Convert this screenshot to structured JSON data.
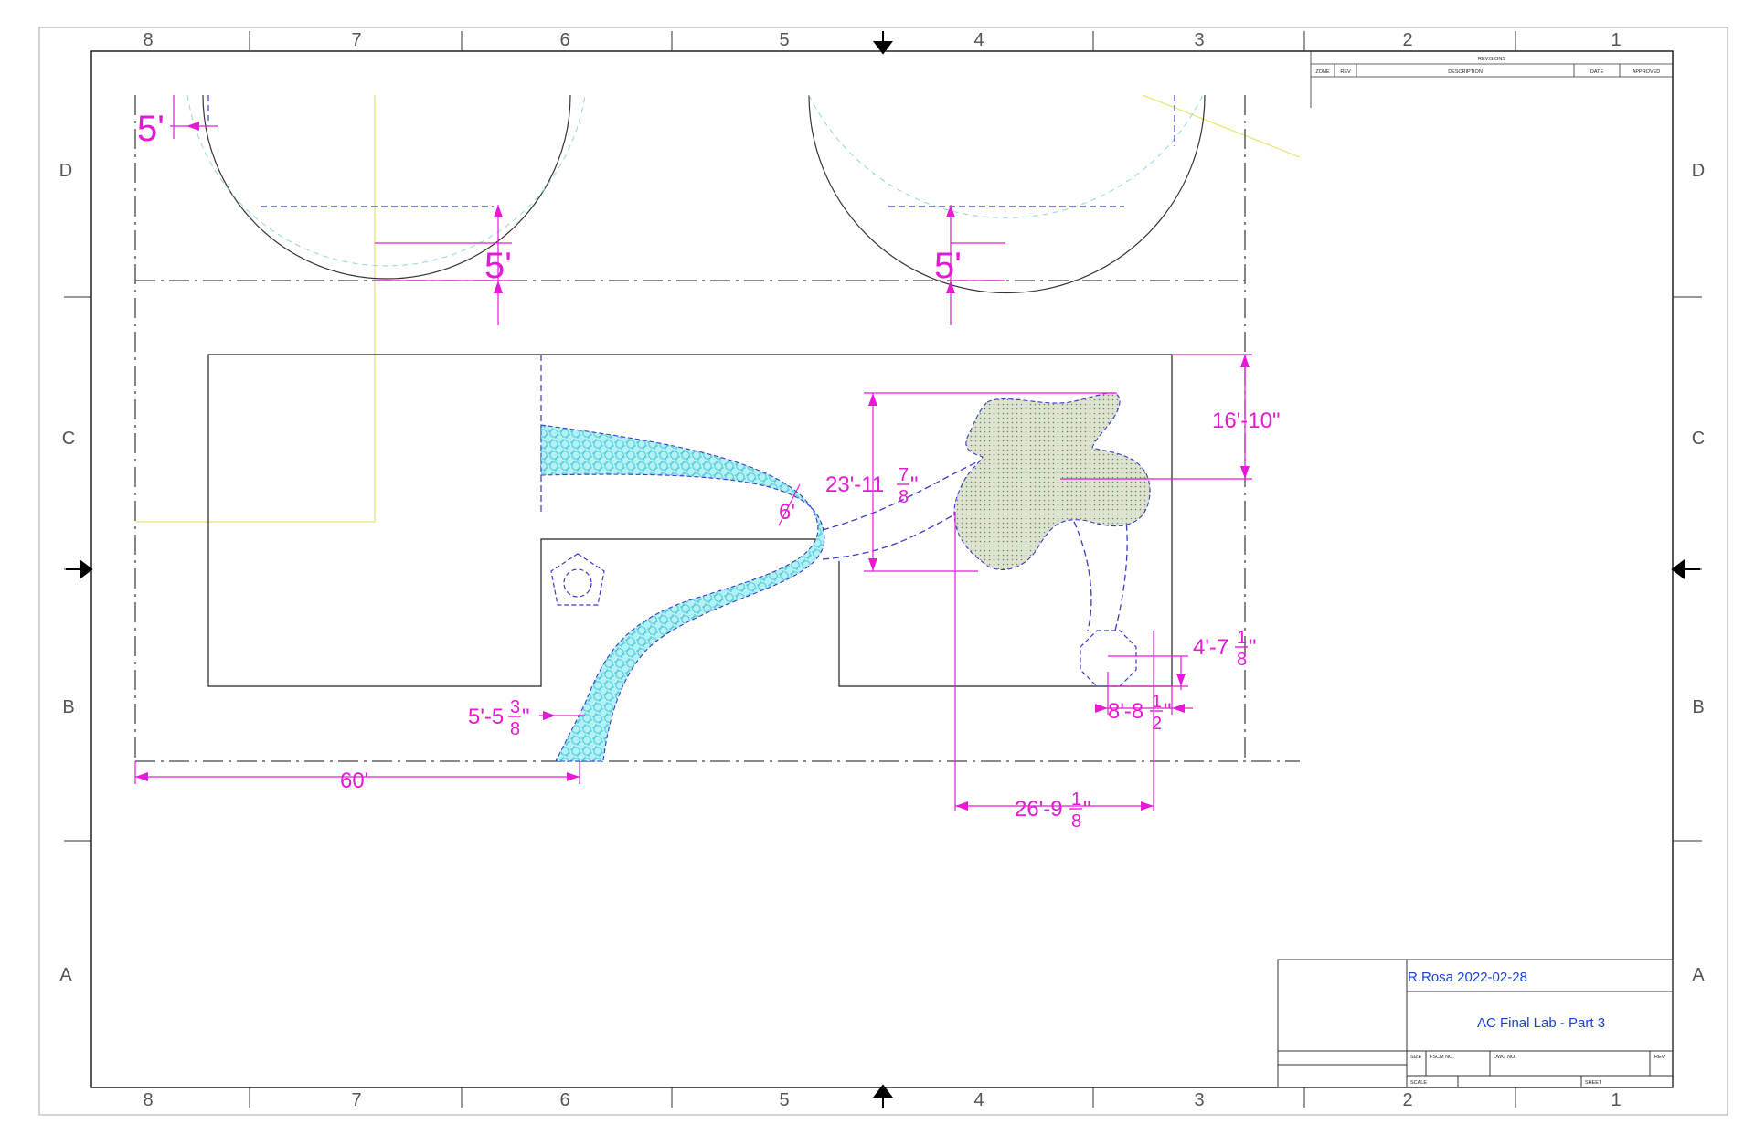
{
  "zones": {
    "columns": [
      "8",
      "7",
      "6",
      "5",
      "4",
      "3",
      "2",
      "1"
    ],
    "rows": [
      "D",
      "C",
      "B",
      "A"
    ]
  },
  "revisions": {
    "title": "REVISIONS",
    "zone": "ZONE",
    "rev": "REV",
    "description": "DESCRIPTION",
    "date": "DATE",
    "approved": "APPROVED"
  },
  "title_block": {
    "author_date": "R.Rosa 2022-02-28",
    "title": "AC Final Lab - Part 3",
    "size": "SIZE",
    "fscm_no": "FSCM NO.",
    "dwg_no": "DWG NO.",
    "rev": "REV",
    "scale": "SCALE",
    "sheet": "SHEET"
  },
  "dimensions": {
    "d_top_left": "5'",
    "d_top_mid": "5'",
    "d_top_right": "5'",
    "d_16_10": "16'-10\"",
    "d_23_11_whole": "23'-11",
    "d_23_11_num": "7",
    "d_23_11_den": "8",
    "d_23_11_unit": "\"",
    "d_6": "6'",
    "d_4_7_whole": "4'-7",
    "d_4_7_num": "1",
    "d_4_7_den": "8",
    "d_4_7_unit": "\"",
    "d_8_8_whole": "8'-8",
    "d_8_8_num": "1",
    "d_8_8_den": "2",
    "d_8_8_unit": "\"",
    "d_5_5_whole": "5'-5",
    "d_5_5_num": "3",
    "d_5_5_den": "8",
    "d_5_5_unit": "\"",
    "d_60": "60'",
    "d_26_9_whole": "26'-9",
    "d_26_9_num": "1",
    "d_26_9_den": "8",
    "d_26_9_unit": "\""
  },
  "colors": {
    "dimension": "#e619d6",
    "hidden_line": "#2e2ec8",
    "cyan_fill": "#aef0f4",
    "green_fill": "#d6ddc8",
    "title_text": "#1a3fd6"
  }
}
